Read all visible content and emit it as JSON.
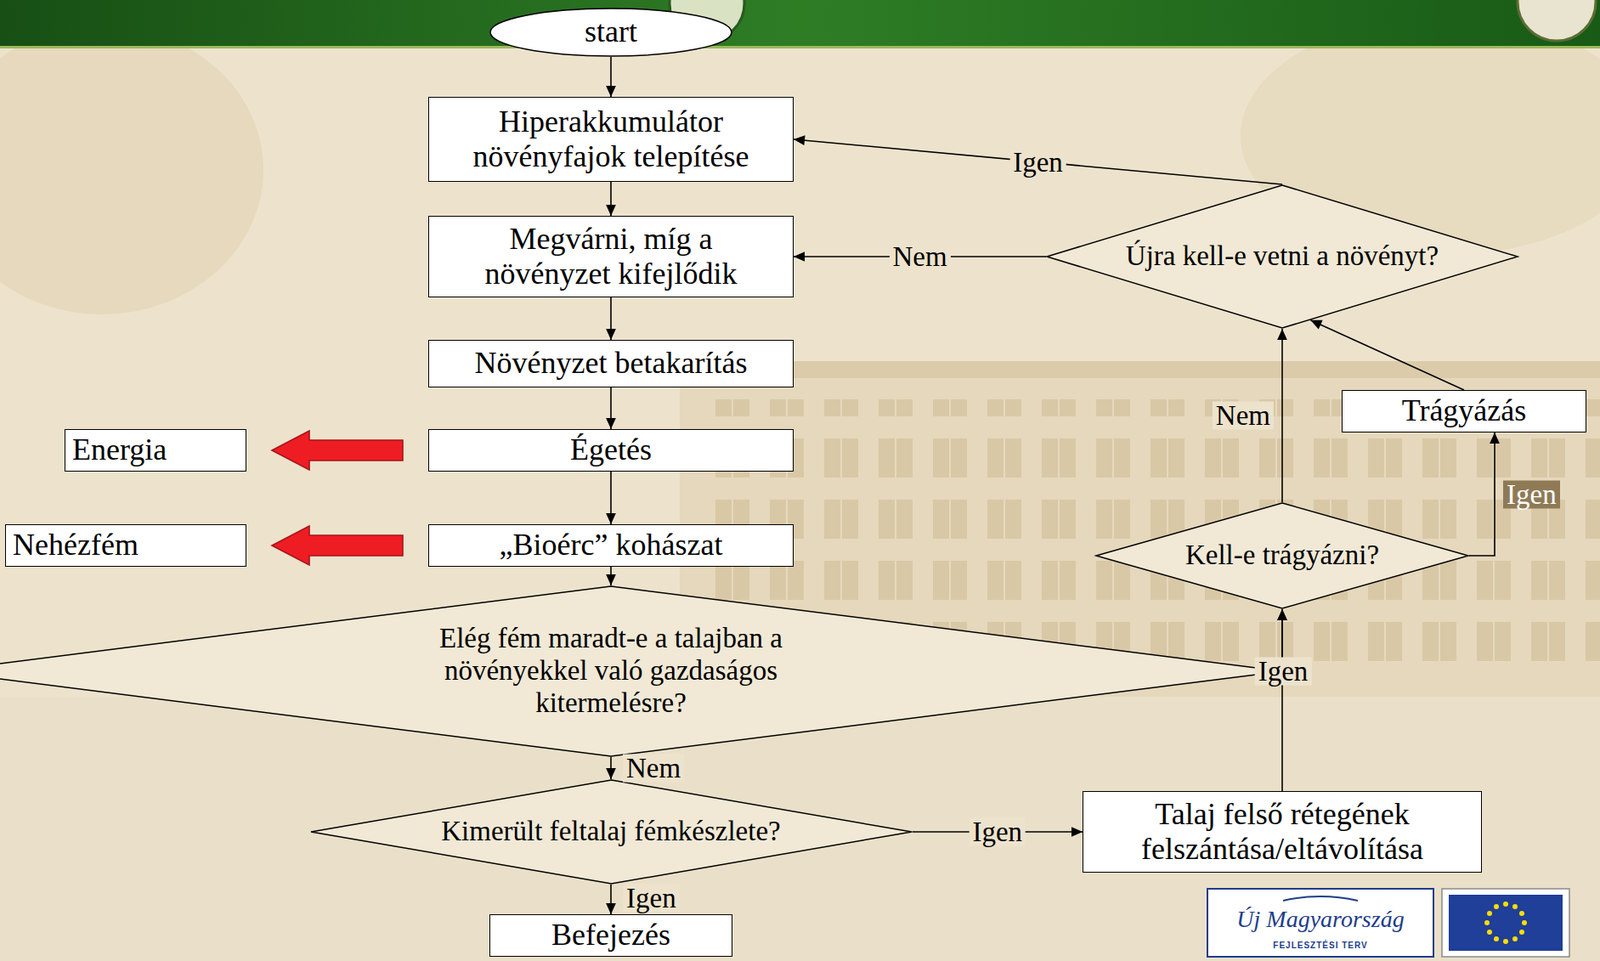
{
  "diagram": {
    "nodes": [
      {
        "text": [
          "start"
        ]
      },
      {
        "text": [
          "Hiperakkumulátor növényfajok telepítése"
        ]
      },
      {
        "text": [
          "Megvárni, míg a növényzet kifejlődik"
        ]
      },
      {
        "text": [
          "Újra kell-e vetni a növényt?"
        ]
      },
      {
        "text": [
          "Növényzet betakarítás"
        ]
      },
      {
        "text": [
          "Trágyázás"
        ]
      },
      {
        "text": [
          "Energia"
        ]
      },
      {
        "text": [
          "Égetés"
        ]
      },
      {
        "text": [
          "Kell-e trágyázni?"
        ]
      },
      {
        "text": [
          "Nehézfém"
        ]
      },
      {
        "text": [
          "„Bioérc” kohászat"
        ]
      },
      {
        "text": [
          "Elég fém maradt-e a talajban a növényekkel való gazdaságos kitermelésre?"
        ]
      },
      {
        "text": [
          "Kimerült feltalaj fémkészlete?"
        ]
      },
      {
        "text": [
          "Talaj felső rétegének felszántása/eltávolítása"
        ]
      },
      {
        "text": [
          "Befejezés"
        ]
      }
    ],
    "edges": [
      {
        "from": 0,
        "to": 1,
        "arrow": "to"
      },
      {
        "from": 1,
        "to": 2,
        "arrow": "to"
      },
      {
        "from": 2,
        "to": 4,
        "arrow": "to"
      },
      {
        "from": 4,
        "to": 7,
        "arrow": "to"
      },
      {
        "from": 7,
        "to": 6,
        "arrow": "to"
      },
      {
        "from": 7,
        "to": 10,
        "arrow": "to"
      },
      {
        "from": 10,
        "to": 9,
        "arrow": "to"
      },
      {
        "from": 10,
        "to": 11,
        "arrow": "to"
      },
      {
        "from": 11,
        "to": 12,
        "label": "Nem",
        "arrow": "to"
      },
      {
        "from": 12,
        "to": 14,
        "label": "Igen",
        "arrow": "to"
      },
      {
        "from": 12,
        "to": 13,
        "label": "Igen",
        "arrow": "to"
      },
      {
        "from": 11,
        "to": 8,
        "label": "Igen",
        "arrow": "to"
      },
      {
        "from": 13,
        "to": 8,
        "arrow": "to"
      },
      {
        "from": 8,
        "to": 5,
        "label": "Igen",
        "arrow": "to"
      },
      {
        "from": 8,
        "to": 3,
        "label": "Nem",
        "arrow": "to"
      },
      {
        "from": 5,
        "to": 3,
        "arrow": "to"
      },
      {
        "from": 3,
        "to": 1,
        "label": "Igen",
        "arrow": "to"
      },
      {
        "from": 3,
        "to": 2,
        "label": "Nem",
        "arrow": "to"
      }
    ],
    "labels": [
      "Új Magyarország",
      "FEJLESZTÉSI TERV"
    ]
  }
}
